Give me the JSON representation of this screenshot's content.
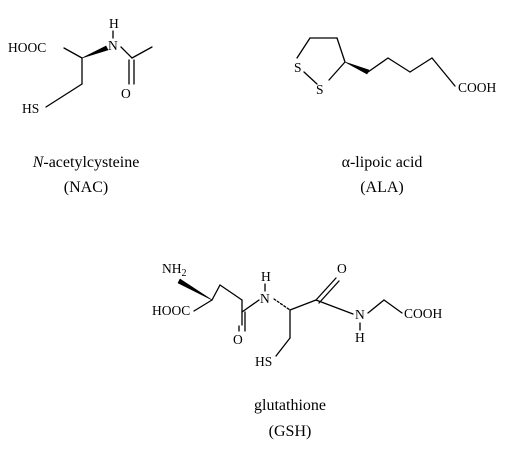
{
  "figure": {
    "nac": {
      "name_prefix": "N",
      "name_rest": "-acetylcysteine",
      "abbreviation": "(NAC)",
      "atoms": {
        "hooc": "HOOC",
        "nh_h": "H",
        "nh_n": "N",
        "oxygen": "O",
        "thiol": "HS"
      }
    },
    "ala": {
      "name": "α-lipoic acid",
      "abbreviation": "(ALA)",
      "atoms": {
        "s1": "S",
        "s2": "S",
        "cooh": "COOH"
      }
    },
    "gsh": {
      "name": "glutathione",
      "abbreviation": "(GSH)",
      "atoms": {
        "hooc": "HOOC",
        "nh2": "NH",
        "nh2_sub": "2",
        "o1": "O",
        "n1": "N",
        "h1": "H",
        "o2": "O",
        "n2": "N",
        "h2": "H",
        "cooh": "COOH",
        "thiol": "HS"
      }
    }
  }
}
